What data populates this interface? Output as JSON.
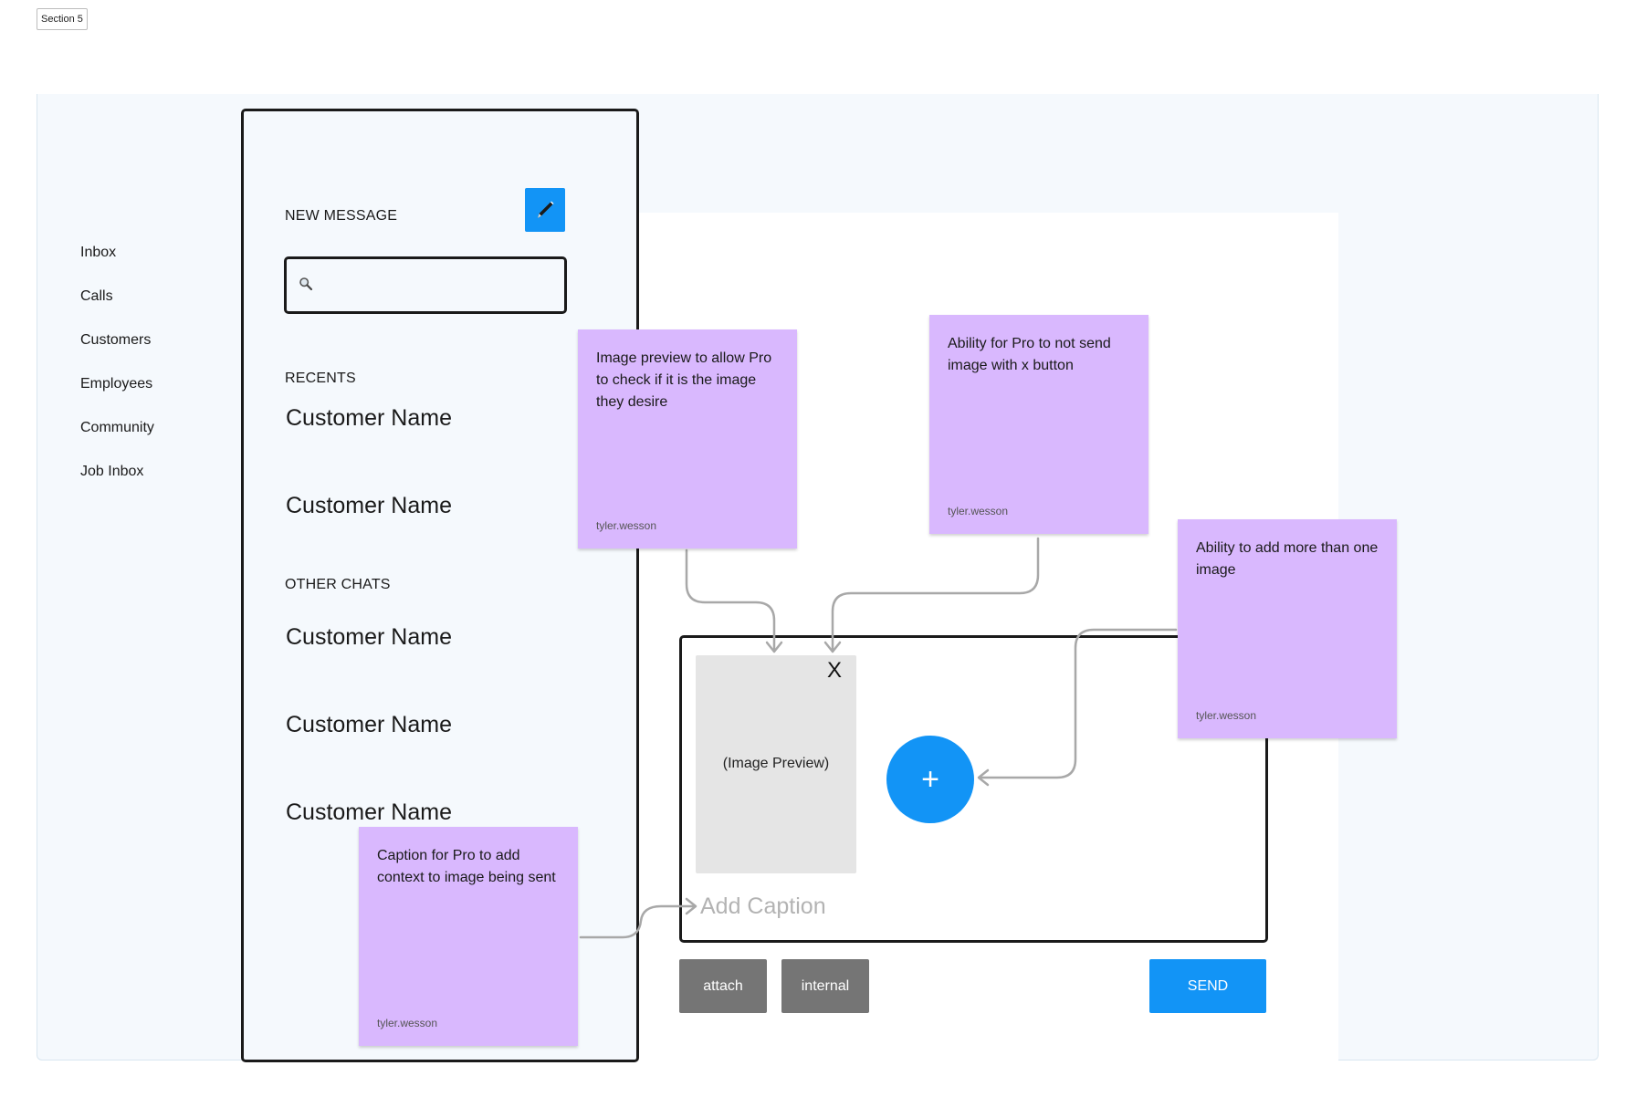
{
  "section": {
    "label": "Section 5"
  },
  "sidebar": {
    "items": [
      {
        "label": "Inbox"
      },
      {
        "label": "Calls"
      },
      {
        "label": "Customers"
      },
      {
        "label": "Employees"
      },
      {
        "label": "Community"
      },
      {
        "label": "Job Inbox"
      }
    ]
  },
  "message_panel": {
    "title": "NEW MESSAGE",
    "compose_icon": "pen-icon",
    "search": {
      "icon": "search-icon",
      "value": ""
    },
    "recents": {
      "heading": "RECENTS",
      "items": [
        "Customer Name",
        "Customer Name"
      ]
    },
    "other_chats": {
      "heading": "OTHER CHATS",
      "items": [
        "Customer Name",
        "Customer Name",
        "Customer Name"
      ]
    }
  },
  "composer": {
    "image_preview": "(Image Preview)",
    "remove_label": "X",
    "add_label": "+",
    "caption_placeholder": "Add Caption",
    "buttons": {
      "attach": "attach",
      "internal": "internal",
      "send": "SEND"
    }
  },
  "notes": [
    {
      "text": "Image preview to allow Pro to check if it  is the image they desire",
      "author": "tyler.wesson"
    },
    {
      "text": "Ability for Pro to not send image with x button",
      "author": "tyler.wesson"
    },
    {
      "text": "Ability to add more than one image",
      "author": "tyler.wesson"
    },
    {
      "text": "Caption for Pro to add context to image being sent",
      "author": "tyler.wesson"
    }
  ],
  "colors": {
    "accent_blue": "#1294f6",
    "sticky_purple": "#d9b8fe",
    "frame_background": "#f5f9fd",
    "button_gray": "#757575"
  }
}
